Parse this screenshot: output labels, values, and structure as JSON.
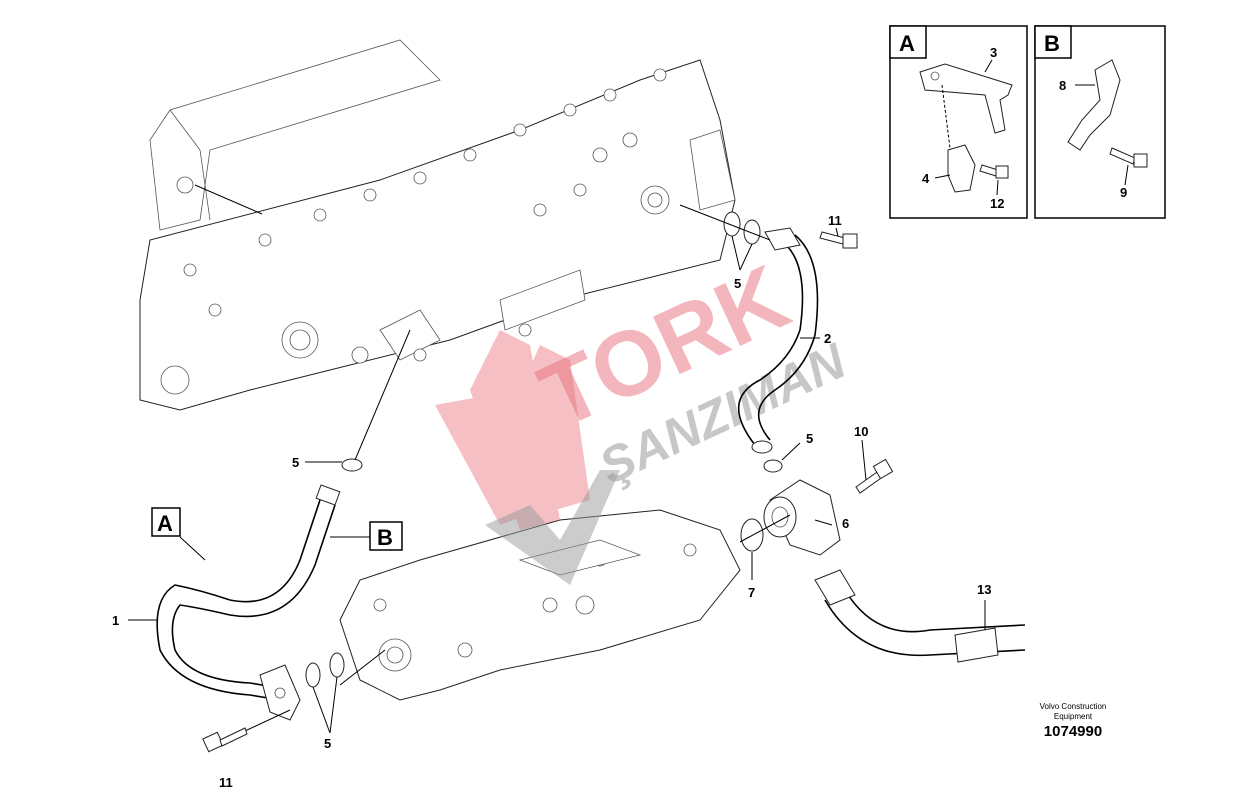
{
  "diagram": {
    "detail_boxes": [
      {
        "letter": "A",
        "callouts": [
          "3",
          "4",
          "12"
        ]
      },
      {
        "letter": "B",
        "callouts": [
          "8",
          "9"
        ]
      }
    ],
    "callouts": {
      "c1": "1",
      "c2": "2",
      "c5a": "5",
      "c5b": "5",
      "c5c": "5",
      "c5d": "5",
      "c6": "6",
      "c7": "7",
      "c10": "10",
      "c11a": "11",
      "c11b": "11",
      "c13": "13",
      "flagA": "A",
      "flagB": "B"
    },
    "footer": {
      "company": "Volvo Construction Equipment",
      "company_line1": "Volvo Construction",
      "company_line2": "Equipment",
      "drawing_number": "1074990"
    },
    "watermark": {
      "line1": "TORK",
      "line2": "ŞANZIMAN",
      "colors": {
        "red": "#e8707c",
        "gray": "#9a9a9a"
      }
    }
  }
}
